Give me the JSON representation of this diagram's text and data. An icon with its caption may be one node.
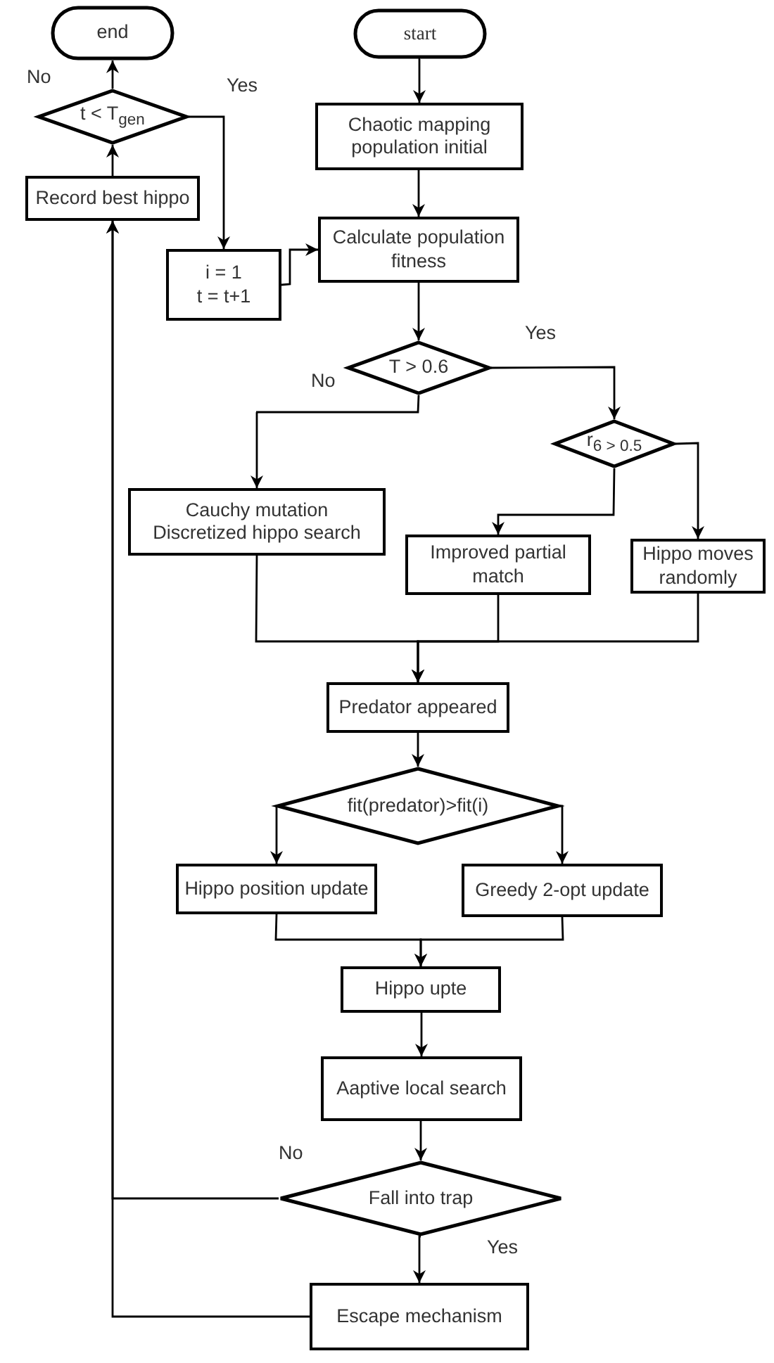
{
  "diagram": {
    "nodes": [
      {
        "text": [
          "end"
        ]
      },
      {
        "text": [
          "start"
        ]
      },
      {
        "text": [
          "t < T$_{gen}$"
        ]
      },
      {
        "text": [
          "Chaotic mapping population initial"
        ]
      },
      {
        "text": [
          "Record best hippo"
        ]
      },
      {
        "text": [
          "Calculate population fitness"
        ]
      },
      {
        "text": [
          "i = 1",
          "t = t+1"
        ]
      },
      {
        "text": [
          "T > 0.6"
        ]
      },
      {
        "text": [
          "r$_{6 > 0.5}$"
        ]
      },
      {
        "text": [
          "Cauchy mutation",
          "Discretized hippo search"
        ]
      },
      {
        "text": [
          "Improved partial match"
        ]
      },
      {
        "text": [
          "Hippo moves randomly"
        ]
      },
      {
        "text": [
          "Predator appeared"
        ]
      },
      {
        "text": [
          "fit(predator)>fit(i)"
        ]
      },
      {
        "text": [
          "Hippo position update"
        ]
      },
      {
        "text": [
          "Greedy 2-opt update"
        ]
      },
      {
        "text": [
          "Hippo upte"
        ]
      },
      {
        "text": [
          "Aaptive local search"
        ]
      },
      {
        "text": [
          "Fall into trap"
        ]
      },
      {
        "text": [
          "Escape mechanism"
        ]
      }
    ],
    "edges": [
      {
        "from": 1,
        "to": 3,
        "arrow": "to"
      },
      {
        "from": 3,
        "to": 5,
        "arrow": "to"
      },
      {
        "from": 5,
        "to": 7,
        "arrow": "to"
      },
      {
        "from": 7,
        "to": 8,
        "arrow": "to",
        "label": "Yes"
      },
      {
        "from": 7,
        "to": 9,
        "arrow": "to",
        "label": "No"
      },
      {
        "from": 8,
        "to": 10,
        "arrow": "to"
      },
      {
        "from": 8,
        "to": 11,
        "arrow": "to"
      },
      {
        "from": 9,
        "to": 12,
        "arrow": "to"
      },
      {
        "from": 10,
        "to": 12,
        "arrow": "to"
      },
      {
        "from": 11,
        "to": 12,
        "arrow": "to"
      },
      {
        "from": 12,
        "to": 13,
        "arrow": "to"
      },
      {
        "from": 13,
        "to": 14,
        "arrow": "to"
      },
      {
        "from": 13,
        "to": 15,
        "arrow": "to"
      },
      {
        "from": 14,
        "to": 16,
        "arrow": "to"
      },
      {
        "from": 15,
        "to": 16,
        "arrow": "to"
      },
      {
        "from": 16,
        "to": 17,
        "arrow": "to"
      },
      {
        "from": 17,
        "to": 18,
        "arrow": "to"
      },
      {
        "from": 18,
        "to": 19,
        "arrow": "to",
        "label": "Yes"
      },
      {
        "from": 18,
        "to": 4,
        "arrow": "to",
        "label": "No"
      },
      {
        "from": 19,
        "to": 4,
        "arrow": "to"
      },
      {
        "from": 4,
        "to": 2,
        "arrow": "to"
      },
      {
        "from": 2,
        "to": 0,
        "arrow": "to",
        "label": "No"
      },
      {
        "from": 2,
        "to": 6,
        "arrow": "to",
        "label": "Yes"
      },
      {
        "from": 6,
        "to": 5,
        "arrow": "to"
      }
    ]
  }
}
